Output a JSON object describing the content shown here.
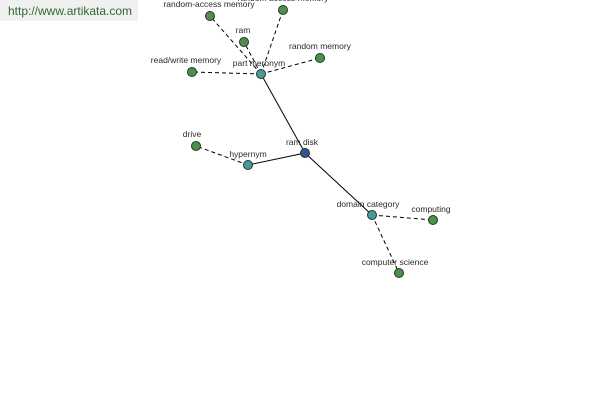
{
  "watermark": {
    "text": "http://www.artikata.com"
  },
  "colors": {
    "root_fill": "#3a4f9a",
    "relation_fill": "#4a9a9a",
    "leaf_fill": "#4e8f4e",
    "stroke": "#1e3a1e"
  },
  "graph": {
    "root": {
      "label": "ram disk"
    },
    "relations": [
      {
        "label": "part meronym",
        "leaves": [
          "random-access memory",
          "random access memory",
          "ram",
          "random memory",
          "read/write memory"
        ]
      },
      {
        "label": "hypernym",
        "leaves": [
          "drive"
        ]
      },
      {
        "label": "domain category",
        "leaves": [
          "computing",
          "computer science"
        ]
      }
    ]
  }
}
